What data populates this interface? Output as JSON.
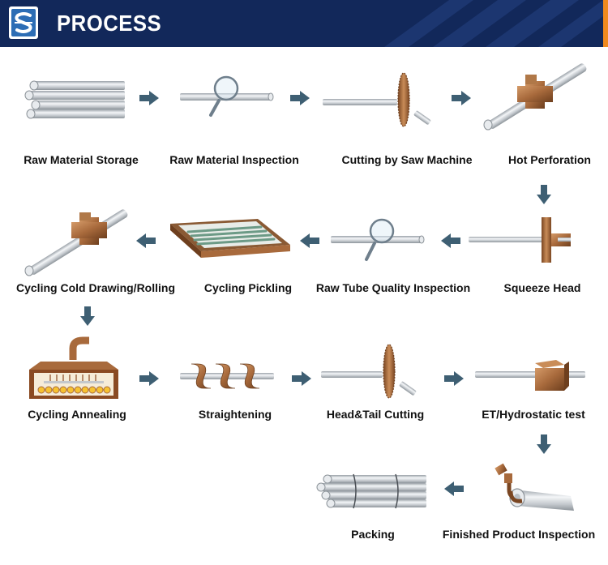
{
  "header": {
    "title": "PROCESS",
    "accent_color": "#f08a1e",
    "background_color": "#12285a"
  },
  "steps": [
    {
      "label": "Raw Material Storage",
      "icon": "pipe-bundle-icon"
    },
    {
      "label": "Raw Material Inspection",
      "icon": "magnifier-pipe-icon"
    },
    {
      "label": "Cutting by Saw Machine",
      "icon": "saw-blade-icon"
    },
    {
      "label": "Hot Perforation",
      "icon": "perforation-block-icon"
    },
    {
      "label": "Squeeze Head",
      "icon": "squeeze-head-icon"
    },
    {
      "label": "Raw Tube Quality Inspection",
      "icon": "magnifier-pipe-icon"
    },
    {
      "label": "Cycling Pickling",
      "icon": "pickling-tank-icon"
    },
    {
      "label": "Cycling Cold Drawing/Rolling",
      "icon": "drawing-block-icon"
    },
    {
      "label": "Cycling Annealing",
      "icon": "annealing-furnace-icon"
    },
    {
      "label": "Straightening",
      "icon": "straightening-rollers-icon"
    },
    {
      "label": "Head&Tail Cutting",
      "icon": "saw-blade-icon"
    },
    {
      "label": "ET/Hydrostatic test",
      "icon": "test-block-icon"
    },
    {
      "label": "Finished Product Inspection",
      "icon": "crane-hook-icon"
    },
    {
      "label": "Packing",
      "icon": "strapped-bundle-icon"
    }
  ],
  "colors": {
    "arrow": "#3e5f73",
    "copper": "#a86a3c",
    "pipe": "#c8cdd2"
  }
}
